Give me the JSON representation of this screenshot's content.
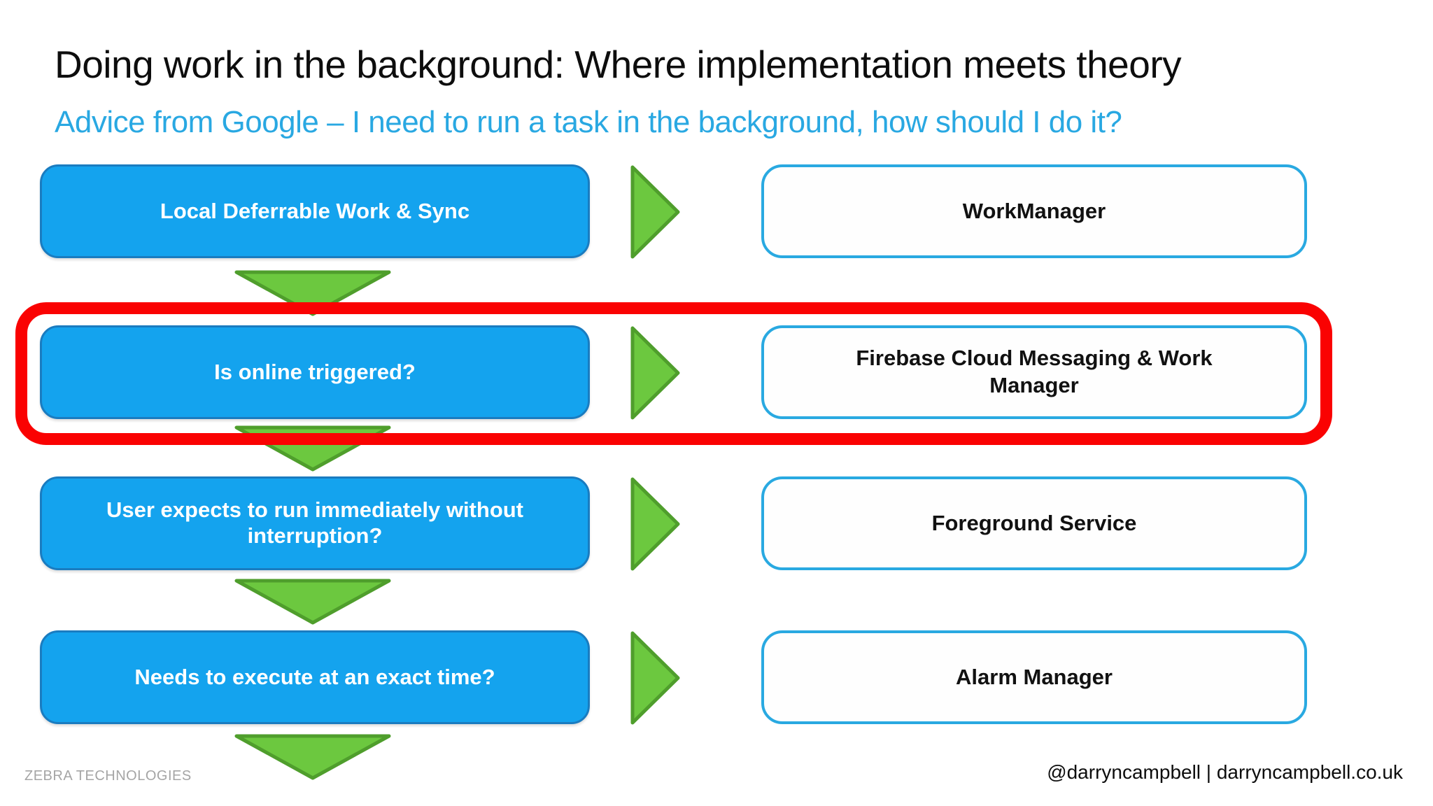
{
  "slide": {
    "title": "Doing work in the background: Where implementation meets theory",
    "subtitle": "Advice from Google – I need to run a task in the background, how should I do it?",
    "footer_left": "ZEBRA TECHNOLOGIES",
    "footer_right": "@darryncampbell | darryncampbell.co.uk"
  },
  "colors": {
    "question_fill": "#14a3ee",
    "question_border": "#1a7cc0",
    "answer_border": "#29a9e1",
    "arrow_fill": "#6cc83f",
    "arrow_stroke": "#4f9e2c",
    "highlight": "#fa0202",
    "subtitle": "#29a8e2",
    "footer_gray": "#a5a5a5"
  },
  "flowchart": {
    "rows": [
      {
        "question": "Local Deferrable Work & Sync",
        "answer": "WorkManager",
        "highlighted": false
      },
      {
        "question": "Is online triggered?",
        "answer": "Firebase Cloud Messaging & Work\nManager",
        "highlighted": true
      },
      {
        "question": "User expects to run immediately without\ninterruption?",
        "answer": "Foreground Service",
        "highlighted": false
      },
      {
        "question": "Needs to execute at an exact time?",
        "answer": "Alarm Manager",
        "highlighted": false
      }
    ]
  }
}
